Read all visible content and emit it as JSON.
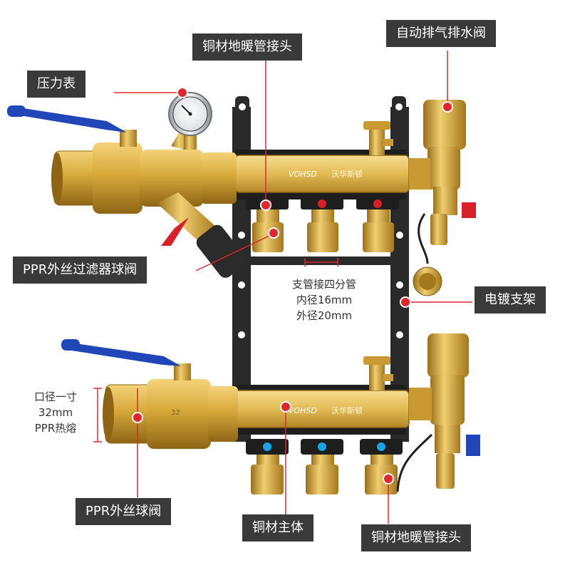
{
  "product": {
    "brand_mark": "VOHSD",
    "brand_cn": "沃华斯顿",
    "pipe_stamp": "32",
    "colors": {
      "brass": "#d6a93a",
      "brass_dark": "#a4781c",
      "bracket": "#2a2a2a",
      "handle_blue": "#2146b8",
      "valve_red": "#d8202a",
      "valve_blue": "#1aa4e8",
      "label_bg": "#3a3a3a"
    }
  },
  "labels": {
    "gauge": "压力表",
    "top_connector": "铜材地暖管接头",
    "auto_vent": "自动排气排水阀",
    "filter_valve": "PPR外丝过滤器球阀",
    "bracket": "电镀支架",
    "ball_valve": "PPR外丝球阀",
    "body": "铜材主体",
    "bottom_connector": "铜材地暖管接头"
  },
  "notes": {
    "branch": [
      "支管接四分管",
      "内径16mm",
      "外径20mm"
    ],
    "inlet": [
      "口径一寸",
      "32mm",
      "PPR热熔"
    ]
  }
}
